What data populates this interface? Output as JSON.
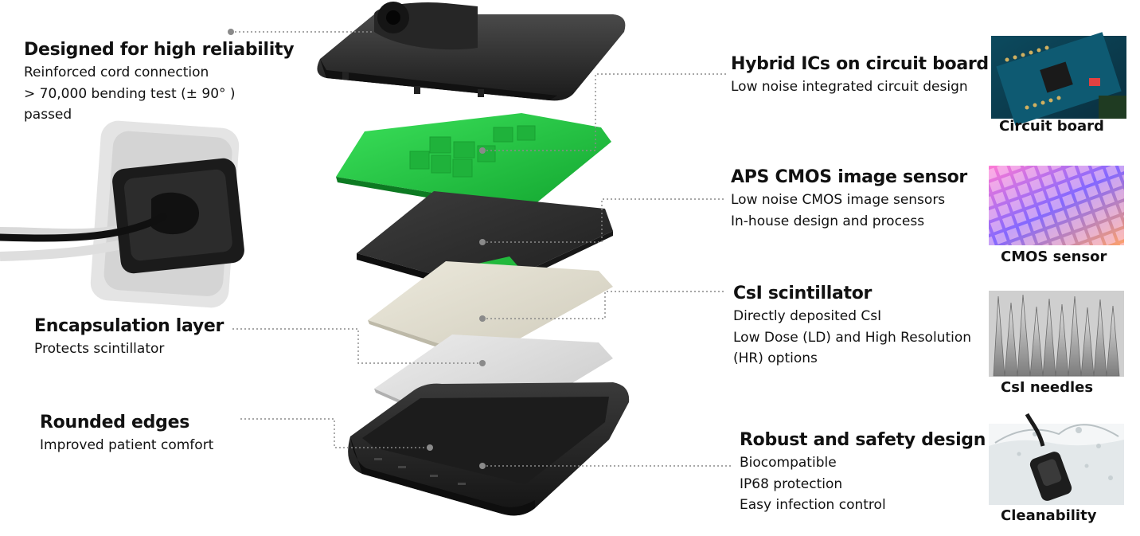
{
  "features_left": [
    {
      "id": "reliability",
      "title": "Designed for high reliability",
      "lines": [
        "Reinforced cord connection",
        "> 70,000 bending test (± 90° )",
        "passed"
      ]
    },
    {
      "id": "encapsulation",
      "title": "Encapsulation layer",
      "lines": [
        "Protects scintillator"
      ]
    },
    {
      "id": "rounded",
      "title": "Rounded edges",
      "lines": [
        "Improved patient comfort"
      ]
    }
  ],
  "features_right": [
    {
      "id": "hybrid",
      "title": "Hybrid ICs on circuit board",
      "lines": [
        "Low noise integrated circuit design"
      ]
    },
    {
      "id": "cmos",
      "title": "APS CMOS image sensor",
      "lines": [
        "Low noise CMOS image sensors",
        "In-house design and process"
      ]
    },
    {
      "id": "csi",
      "title": "CsI scintillator",
      "lines": [
        "Directly deposited CsI",
        "Low Dose (LD) and High Resolution",
        "(HR) options"
      ]
    },
    {
      "id": "robust",
      "title": "Robust and safety design",
      "lines": [
        "Biocompatible",
        "IP68 protection",
        "Easy infection control"
      ]
    }
  ],
  "thumbnails": [
    {
      "id": "circuit",
      "caption": "Circuit board",
      "icon": "circuit-board-photo"
    },
    {
      "id": "cmos",
      "caption": "CMOS sensor",
      "icon": "cmos-wafer-photo"
    },
    {
      "id": "csi",
      "caption": "CsI needles",
      "icon": "csi-needles-photo"
    },
    {
      "id": "clean",
      "caption": "Cleanability",
      "icon": "water-splash-photo"
    }
  ],
  "colors": {
    "pcb_green": "#22c943",
    "sensor_dark": "#2e2e2e",
    "scintillator": "#dedbcd",
    "encapsulation": "#d6d6d6",
    "housing": "#222222",
    "leader_line": "#8a8a8a"
  }
}
